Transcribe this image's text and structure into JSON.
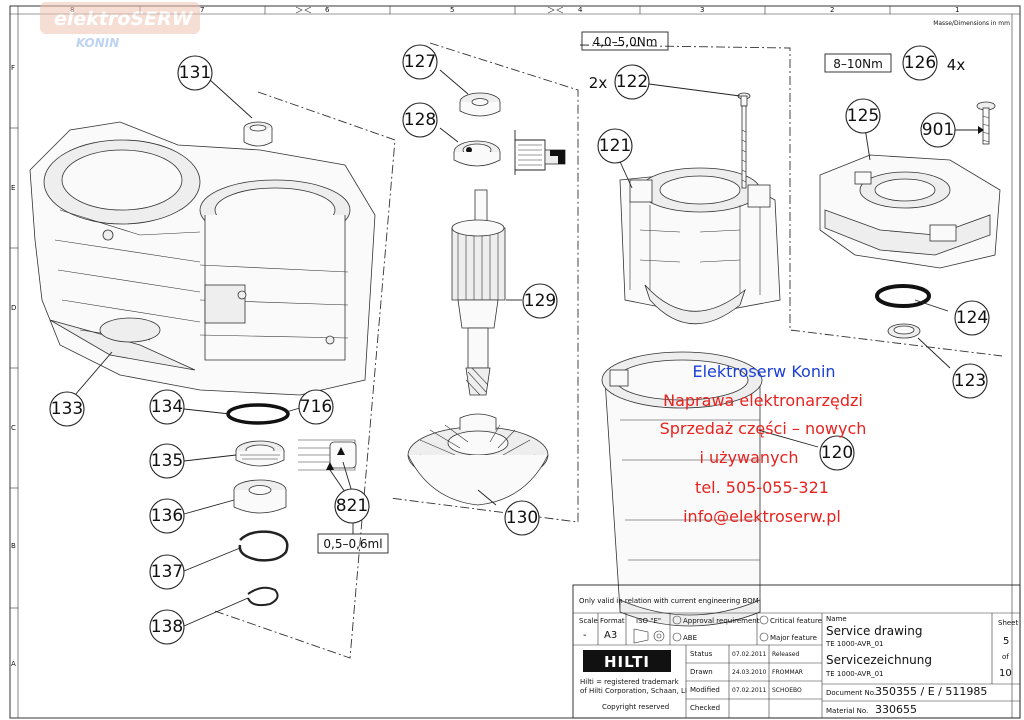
{
  "watermark": {
    "brand": "elektroSERW",
    "city": "KONIN"
  },
  "border": {
    "top_columns": [
      "8",
      "7",
      "6",
      "5",
      "4",
      "3",
      "2",
      "1"
    ],
    "side_rows": [
      "F",
      "E",
      "D",
      "C",
      "B",
      "A"
    ]
  },
  "dimensions_note": "Masse/Dimensions in mm",
  "torques": {
    "bolts_122": "4,0–5,0Nm",
    "bolts_126": "8–10Nm",
    "grease_821": "0,5–0,6ml"
  },
  "quantities": {
    "q122": "2x",
    "q126": "4x"
  },
  "parts": {
    "p131": "131",
    "p127": "127",
    "p128": "128",
    "p122": "122",
    "p126": "126",
    "p125": "125",
    "p121": "121",
    "p901": "901",
    "p133": "133",
    "p129": "129",
    "p124": "124",
    "p123": "123",
    "p134": "134",
    "p716": "716",
    "p135": "135",
    "p120": "120",
    "p821": "821",
    "p136": "136",
    "p130": "130",
    "p137": "137",
    "p138": "138"
  },
  "overlay": {
    "company": "Elektroserw Konin",
    "line1": "Naprawa elektronarzędzi",
    "line2": "Sprzedaż części – nowych",
    "line3": "i używanych",
    "phone": "tel. 505-055-321",
    "email": "info@elektroserw.pl"
  },
  "title_block": {
    "validity": "Only valid in relation with current engineering BOM",
    "scale_label": "Scale",
    "scale_value": "-",
    "format_label": "Format",
    "format_value": "A3",
    "iso_label": "ISO \"E\"",
    "approval_requirement": "Approval requirement",
    "abe": "ABE",
    "critical_feature": "Critical feature",
    "major_feature": "Major feature",
    "name_label": "Name",
    "name_en": "Service drawing",
    "name_en_sub": "TE 1000-AVR_01",
    "name_de": "Servicezeichnung",
    "name_de_sub": "TE 1000-AVR_01",
    "sheet_label": "Sheet",
    "sheet_value": "5",
    "of_label": "of",
    "sheet_total": "10",
    "logo": "HILTI",
    "trademark1": "Hilti = registered trademark",
    "trademark2": "of Hilti Corporation, Schaan, LI",
    "copyright": "Copyright reserved",
    "rows": [
      {
        "label": "Status",
        "date": "07.02.2011",
        "who": "Released"
      },
      {
        "label": "Drawn",
        "date": "24.03.2010",
        "who": "FROMMAR"
      },
      {
        "label": "Modified",
        "date": "07.02.2011",
        "who": "SCHOEBO"
      },
      {
        "label": "Checked",
        "date": "",
        "who": ""
      }
    ],
    "document_label": "Document No.",
    "document_value": "350355 / E / 511985",
    "material_label": "Material No.",
    "material_value": "330655"
  }
}
